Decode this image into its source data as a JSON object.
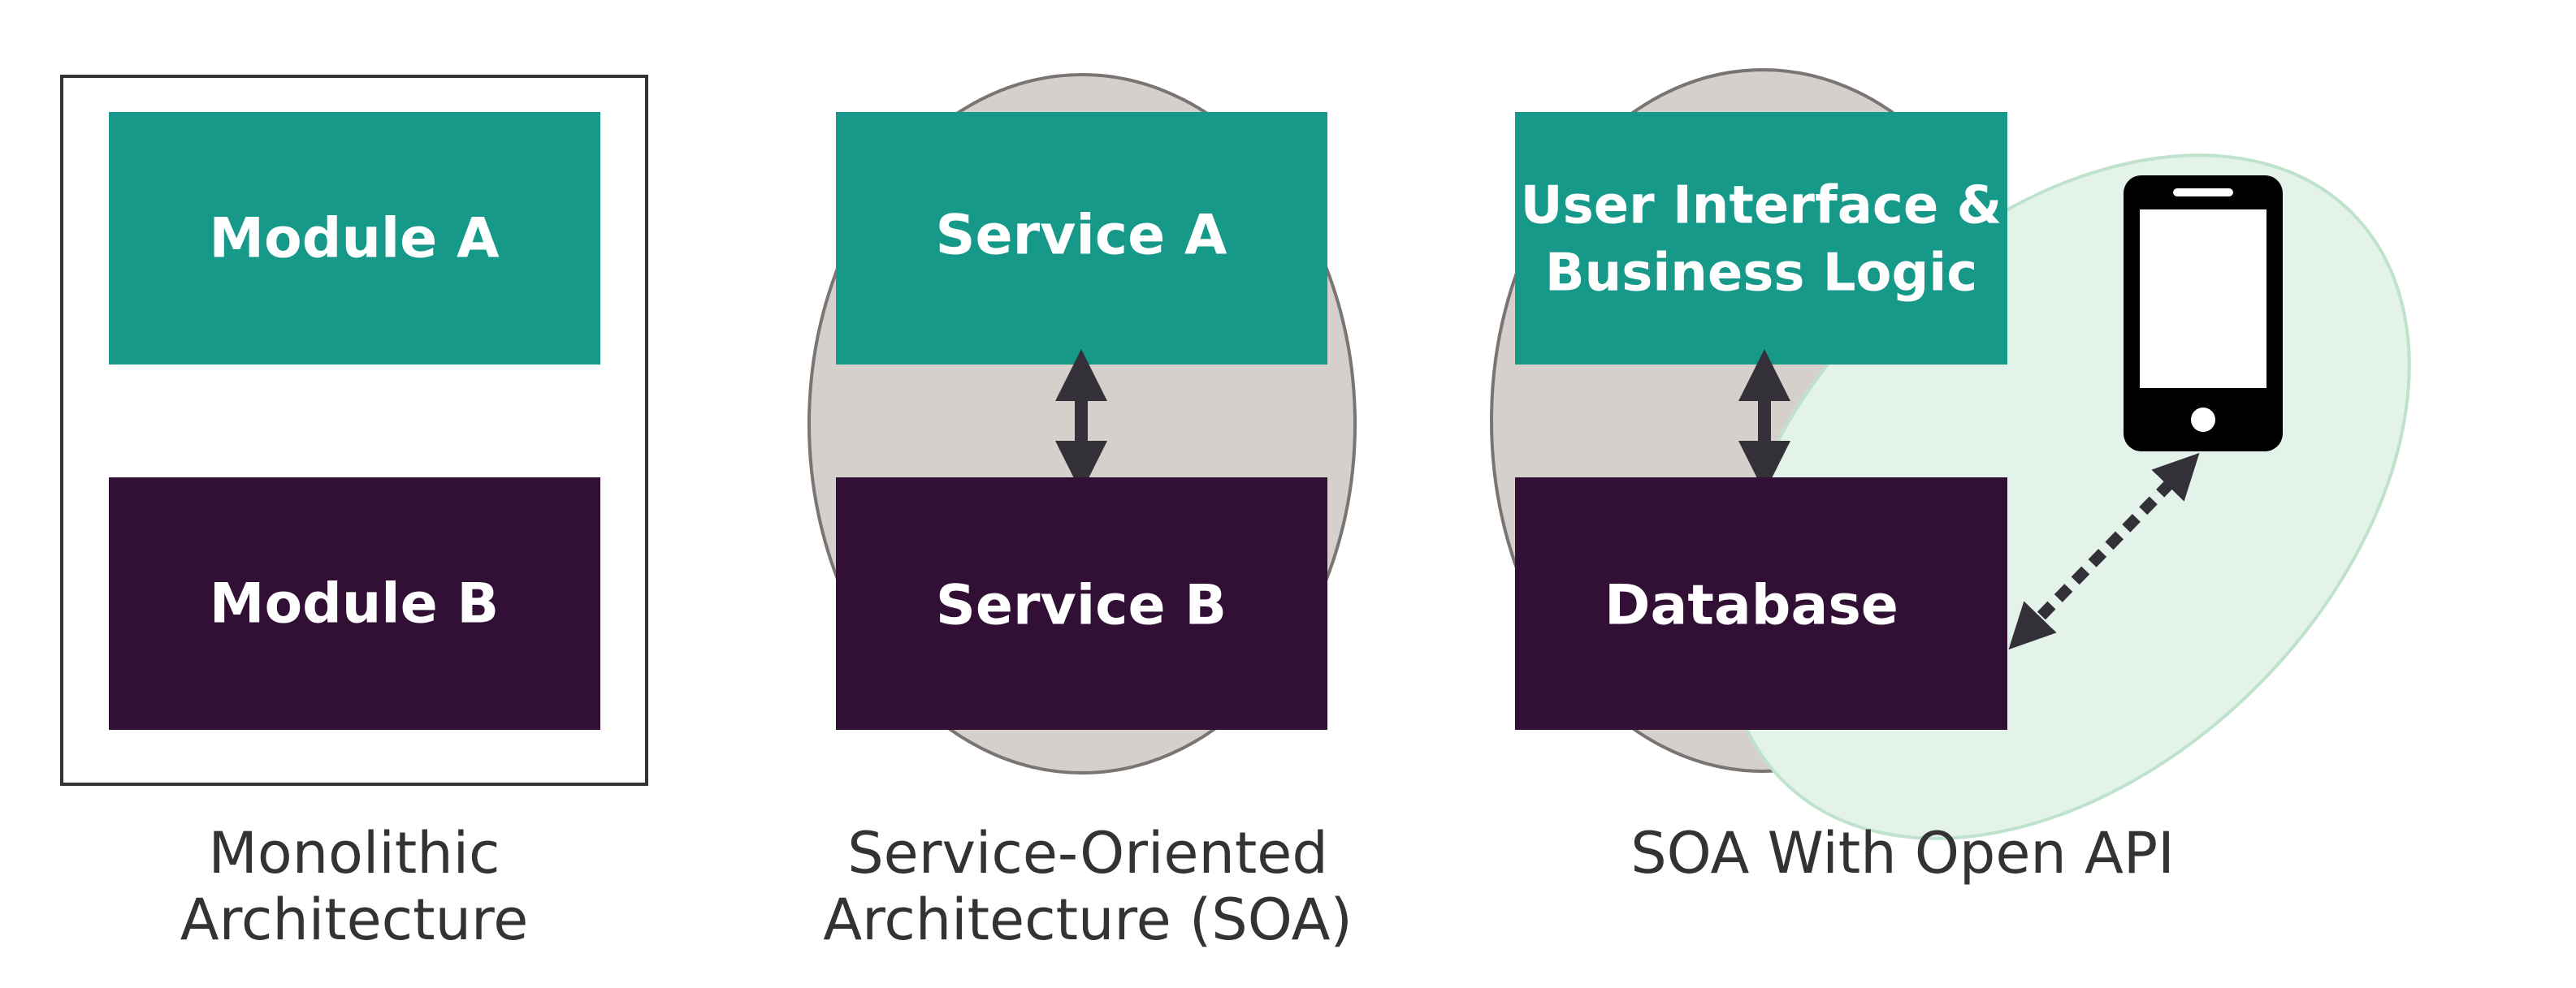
{
  "colors": {
    "teal": "#17998a",
    "plum": "#321036",
    "grey_cloud": "#d5d0cc",
    "mint_cloud": "#e3f3ea",
    "arrow": "#333038",
    "phone": "#000000",
    "caption_text": "#333333"
  },
  "monolithic": {
    "module_a": "Module A",
    "module_b": "Module B",
    "caption_line1": "Monolithic",
    "caption_line2": "Architecture"
  },
  "soa": {
    "service_a": "Service A",
    "service_b": "Service B",
    "caption_line1": "Service-Oriented",
    "caption_line2": "Architecture (SOA)"
  },
  "open_api": {
    "ui_line1": "User Interface &",
    "ui_line2": "Business Logic",
    "database": "Database",
    "caption": "SOA With Open API",
    "device_icon": "smartphone-icon"
  }
}
